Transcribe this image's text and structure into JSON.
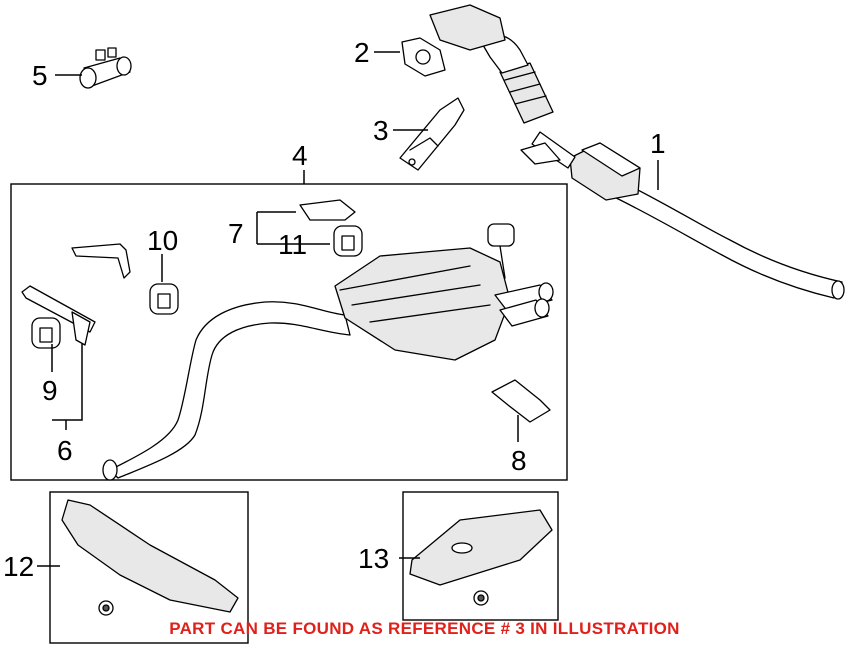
{
  "callouts": {
    "c1": "1",
    "c2": "2",
    "c3": "3",
    "c4": "4",
    "c5": "5",
    "c6": "6",
    "c7": "7",
    "c8": "8",
    "c9": "9",
    "c10": "10",
    "c11": "11",
    "c12": "12",
    "c13": "13"
  },
  "notice": "PART CAN BE FOUND AS REFERENCE # 3 IN ILLUSTRATION",
  "colors": {
    "notice": "#e0201b",
    "line": "#000000",
    "background": "#ffffff"
  }
}
